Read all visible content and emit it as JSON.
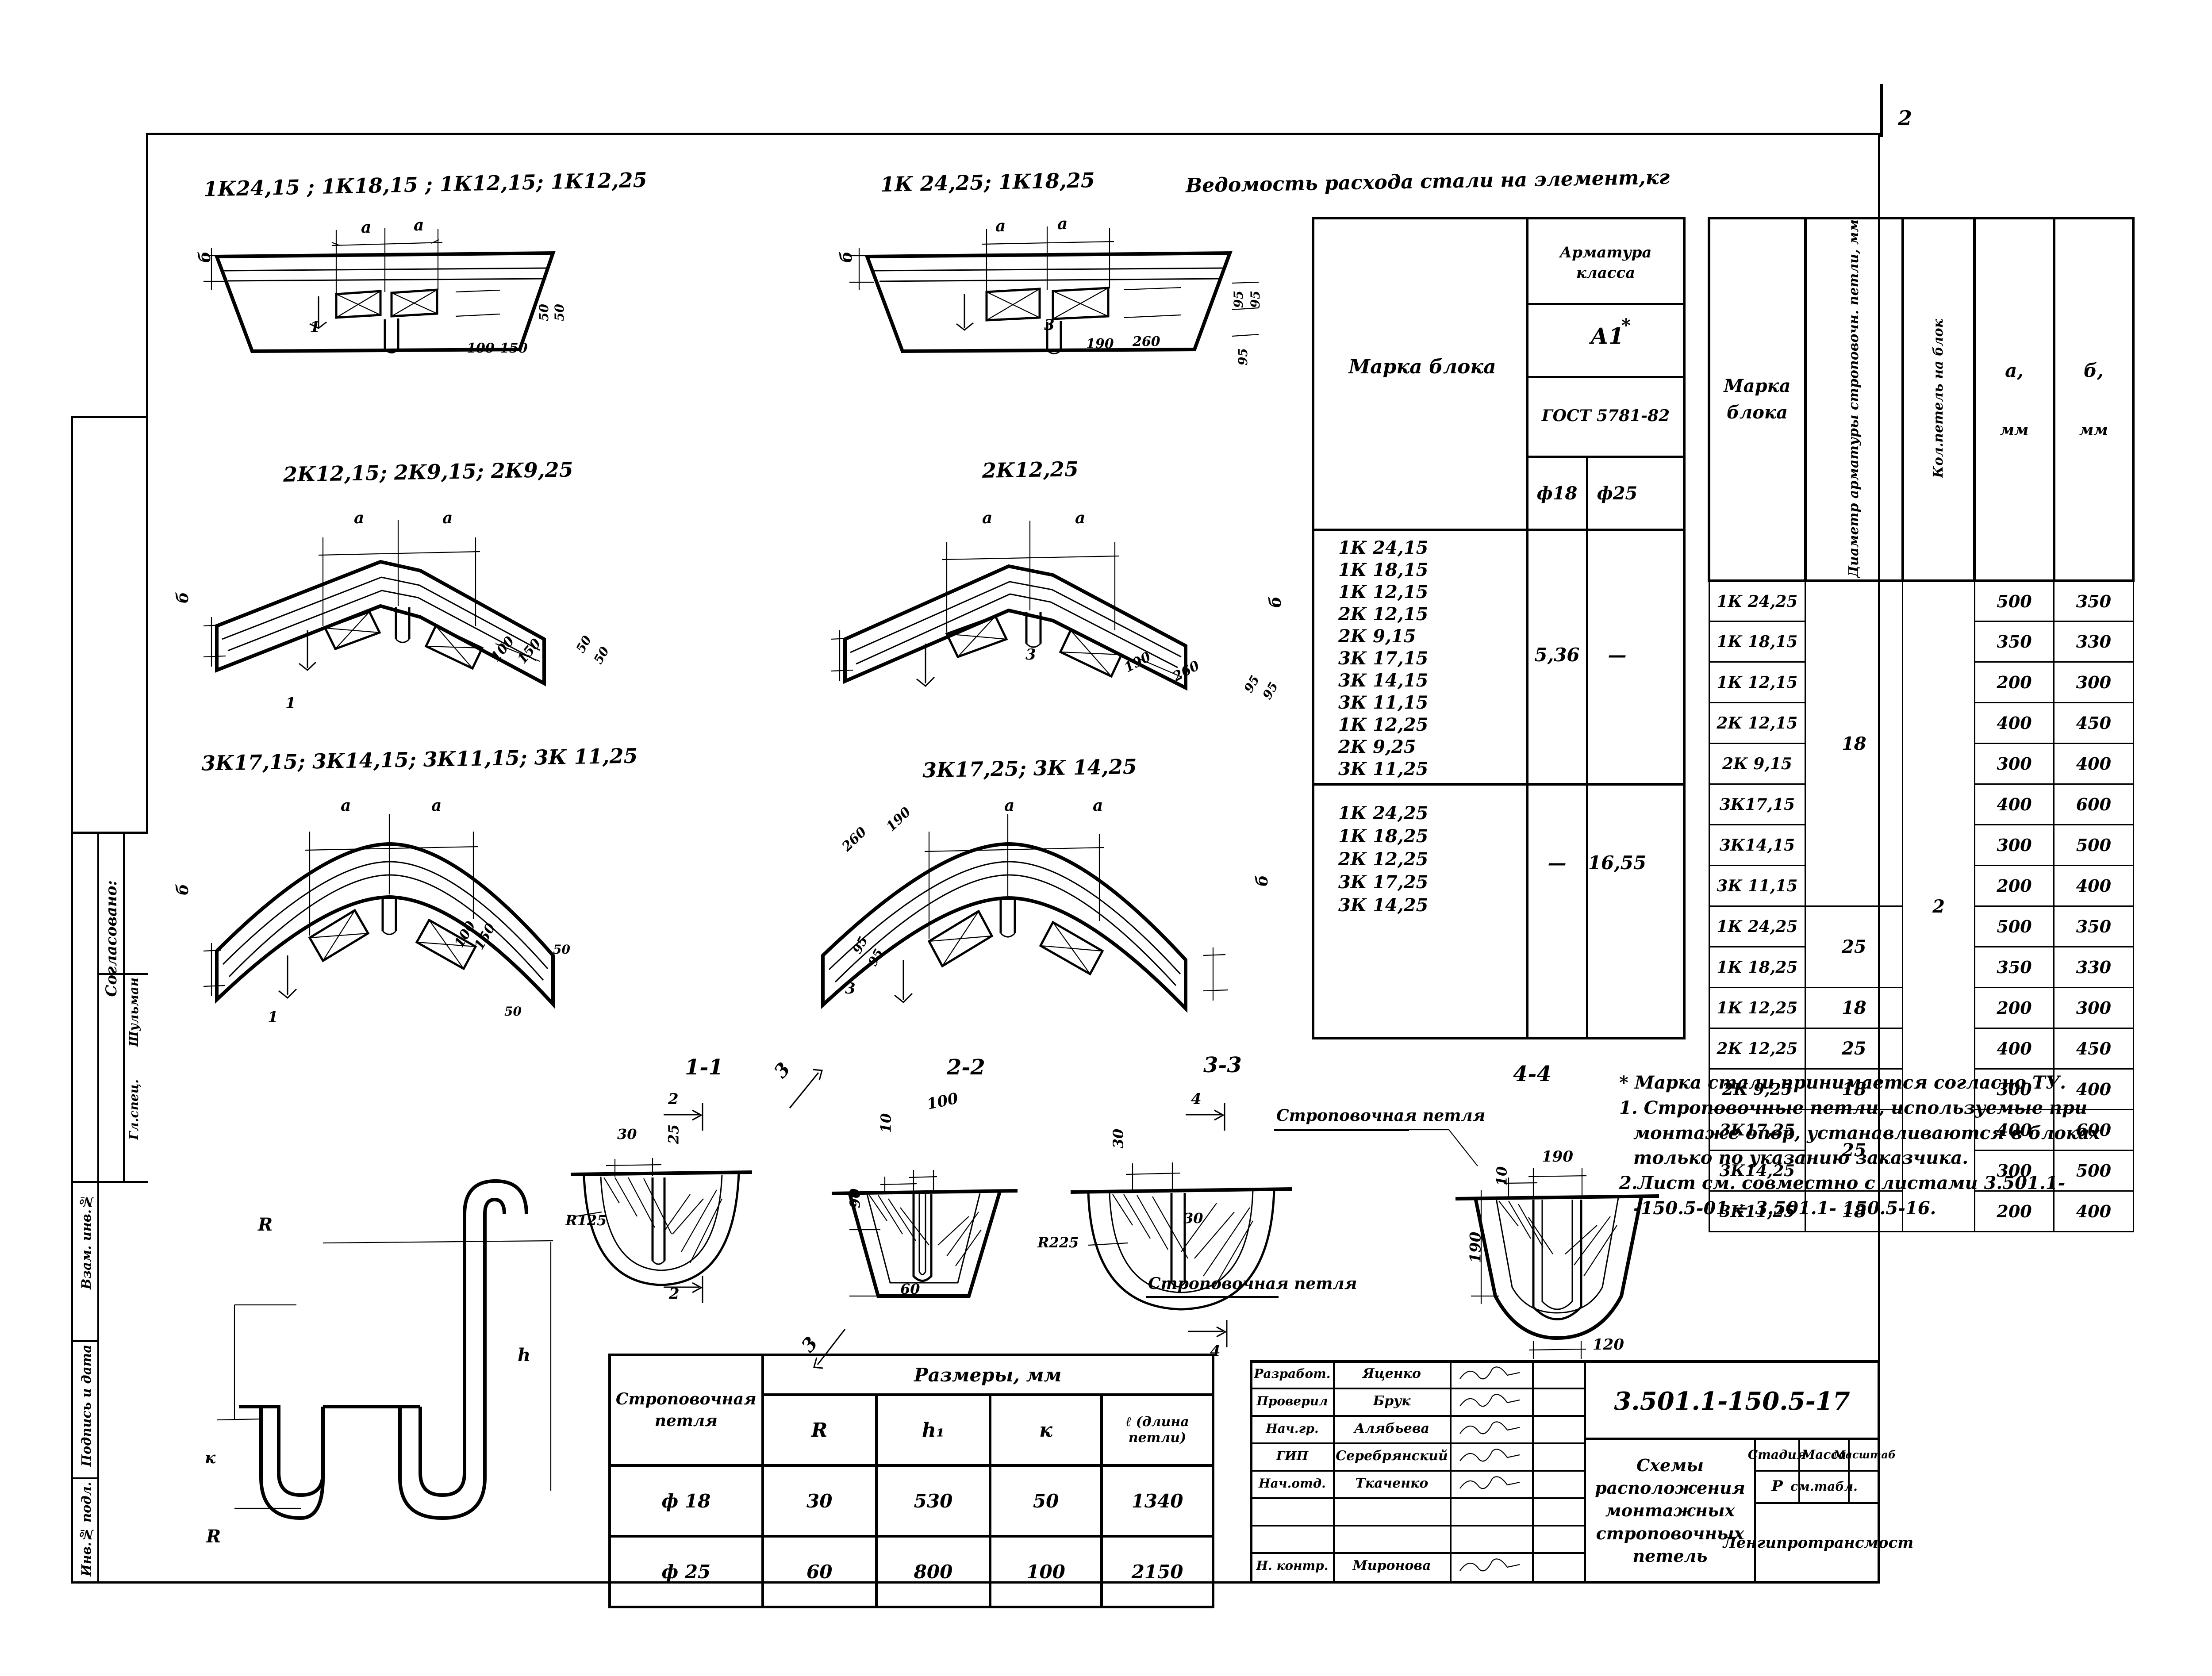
{
  "sheet": {
    "page_number": "2",
    "left_margin_blocks": [
      {
        "label": "Согласовано:",
        "role": "Гл.спец.",
        "name": "Шульман"
      },
      {
        "label": "Взам. инв.№"
      },
      {
        "label": "Подпись и дата"
      },
      {
        "label": "Инв.№ подл."
      }
    ]
  },
  "views": {
    "row1": [
      {
        "title": "1К24,15 ; 1К18,15 ; 1К12,15; 1К12,25",
        "dims": [
          "a",
          "a",
          "б",
          "1",
          "100",
          "150",
          "50",
          "50"
        ]
      },
      {
        "title": "1К 24,25; 1К18,25",
        "dims": [
          "a",
          "a",
          "б",
          "3",
          "190",
          "260",
          "95",
          "95",
          "95"
        ]
      }
    ],
    "row2": [
      {
        "title": "2К12,15;  2К9,15;  2К9,25",
        "dims": [
          "a",
          "a",
          "б",
          "1",
          "100",
          "150",
          "50",
          "50"
        ]
      },
      {
        "title": "2К12,25",
        "dims": [
          "a",
          "a",
          "б",
          "3",
          "190",
          "260",
          "95",
          "95"
        ]
      }
    ],
    "row3": [
      {
        "title": "3К17,15;  3К14,15;  3К11,15; 3К 11,25",
        "dims": [
          "a",
          "a",
          "б",
          "1",
          "100",
          "150",
          "50",
          "50"
        ]
      },
      {
        "title": "3К17,25;  3К 14,25",
        "dims": [
          "a",
          "a",
          "б",
          "3",
          "260",
          "190",
          "95",
          "95"
        ]
      }
    ],
    "sections": [
      {
        "label": "1-1",
        "dims": [
          "2",
          "25",
          "30",
          "R125",
          "2"
        ]
      },
      {
        "label": "2-2",
        "dims": [
          "100",
          "10",
          "90",
          "60"
        ]
      },
      {
        "label": "3-3",
        "dims": [
          "4",
          "30",
          "30",
          "R225",
          "4"
        ],
        "note": "Строповочная петля"
      },
      {
        "label": "4-4",
        "dims": [
          "190",
          "10",
          "190",
          "120"
        ],
        "note": "Строповочная петля"
      }
    ],
    "loop_detail": {
      "labels": [
        "R",
        "h",
        "к",
        "R"
      ]
    }
  },
  "steel_table": {
    "title": "Ведомость расхода стали на элемент,кг",
    "header_mark": "Марка блока",
    "header_group": "Арматура класса",
    "header_class": "А1",
    "header_class_sup": "*",
    "header_gost": "ГОСТ 5781-82",
    "col_d18": "ф18",
    "col_d25": "ф25",
    "groups": [
      {
        "marks": [
          "1К 24,15",
          "1К 18,15",
          "1К 12,15",
          "2К 12,15",
          "2К 9,15",
          "3К 17,15",
          "3К 14,15",
          "3К 11,15",
          "1К 12,25",
          "2К 9,25",
          "3К 11,25"
        ],
        "d18": "5,36",
        "d25": "—"
      },
      {
        "marks": [
          "1К 24,25",
          "1К 18,25",
          "2К 12,25",
          "3К 17,25",
          "3К 14,25"
        ],
        "d18": "—",
        "d25": "16,55"
      }
    ]
  },
  "dim_table": {
    "headers": {
      "mark": "Марка блока",
      "diameter": "Диаметр арматуры строповочн. петли, мм",
      "count": "Кол.петель на блок",
      "a": "a,",
      "a_unit": "мм",
      "b": "б,",
      "b_unit": "мм"
    },
    "rows": [
      {
        "mark": "1К 24,25",
        "a": "500",
        "b": "350"
      },
      {
        "mark": "1К 18,15",
        "a": "350",
        "b": "330"
      },
      {
        "mark": "1К 12,15",
        "a": "200",
        "b": "300"
      },
      {
        "mark": "2К 12,15",
        "a": "400",
        "b": "450"
      },
      {
        "mark": "2К 9,15",
        "a": "300",
        "b": "400"
      },
      {
        "mark": "3К17,15",
        "a": "400",
        "b": "600"
      },
      {
        "mark": "3К14,15",
        "a": "300",
        "b": "500"
      },
      {
        "mark": "3К 11,15",
        "a": "200",
        "b": "400"
      },
      {
        "mark": "1К 24,25",
        "a": "500",
        "b": "350"
      },
      {
        "mark": "1К 18,25",
        "a": "350",
        "b": "330"
      },
      {
        "mark": "1К 12,25",
        "a": "200",
        "b": "300"
      },
      {
        "mark": "2К 12,25",
        "a": "400",
        "b": "450"
      },
      {
        "mark": "2К 9,25",
        "a": "300",
        "b": "400"
      },
      {
        "mark": "3К17,25",
        "a": "400",
        "b": "600"
      },
      {
        "mark": "3К14,25",
        "a": "300",
        "b": "500"
      },
      {
        "mark": "3К11,25",
        "a": "200",
        "b": "400"
      }
    ],
    "diameter_spans": [
      {
        "value": "18",
        "rows": 8
      },
      {
        "value": "25",
        "rows": 2
      },
      {
        "value": "18",
        "rows": 1
      },
      {
        "value": "25",
        "rows": 1
      },
      {
        "value": "18",
        "rows": 1
      },
      {
        "value": "25",
        "rows": 2
      },
      {
        "value": "18",
        "rows": 1
      }
    ],
    "count_value": "2"
  },
  "notes": [
    "* Марка стали принимается согласно ТУ.",
    "1. Строповочные петли, используемые при",
    "монтаже опор, устанавливаются в блоках",
    "только по указанию  заказчика.",
    "2.Лист см. совместно с листами 3.501.1-",
    "-150.5-01 ÷ 3.501.1- 150.5-16."
  ],
  "loop_table": {
    "col_loop": "Строповочная петля",
    "col_dims": "Размеры, мм",
    "col_R": "R",
    "col_h1": "h₁",
    "col_k": "к",
    "col_l": "ℓ (длина петли)",
    "rows": [
      {
        "loop": "ф 18",
        "R": "30",
        "h1": "530",
        "k": "50",
        "l": "1340"
      },
      {
        "loop": "ф 25",
        "R": "60",
        "h1": "800",
        "k": "100",
        "l": "2150"
      }
    ]
  },
  "title_block": {
    "signatures": [
      {
        "role": "Разработ.",
        "name": "Яценко"
      },
      {
        "role": "Проверил",
        "name": "Брук"
      },
      {
        "role": "Нач.гр.",
        "name": "Алябьева"
      },
      {
        "role": "ГИП",
        "name": "Серебрянский"
      },
      {
        "role": "Нач.отд.",
        "name": "Ткаченко"
      },
      {
        "role": "",
        "name": ""
      },
      {
        "role": "",
        "name": ""
      },
      {
        "role": "Н. контр.",
        "name": "Миронова"
      }
    ],
    "drawing_number": "3.501.1-150.5-17",
    "drawing_title": "Схемы расположения монтажных строповочных петель",
    "stage_label": "Стадия",
    "stage_value": "Р",
    "mass_label": "Масса",
    "mass_value": "см.табл.",
    "scale_label": "Масштаб",
    "scale_value": "",
    "organization": "Ленгипротрансмост"
  }
}
